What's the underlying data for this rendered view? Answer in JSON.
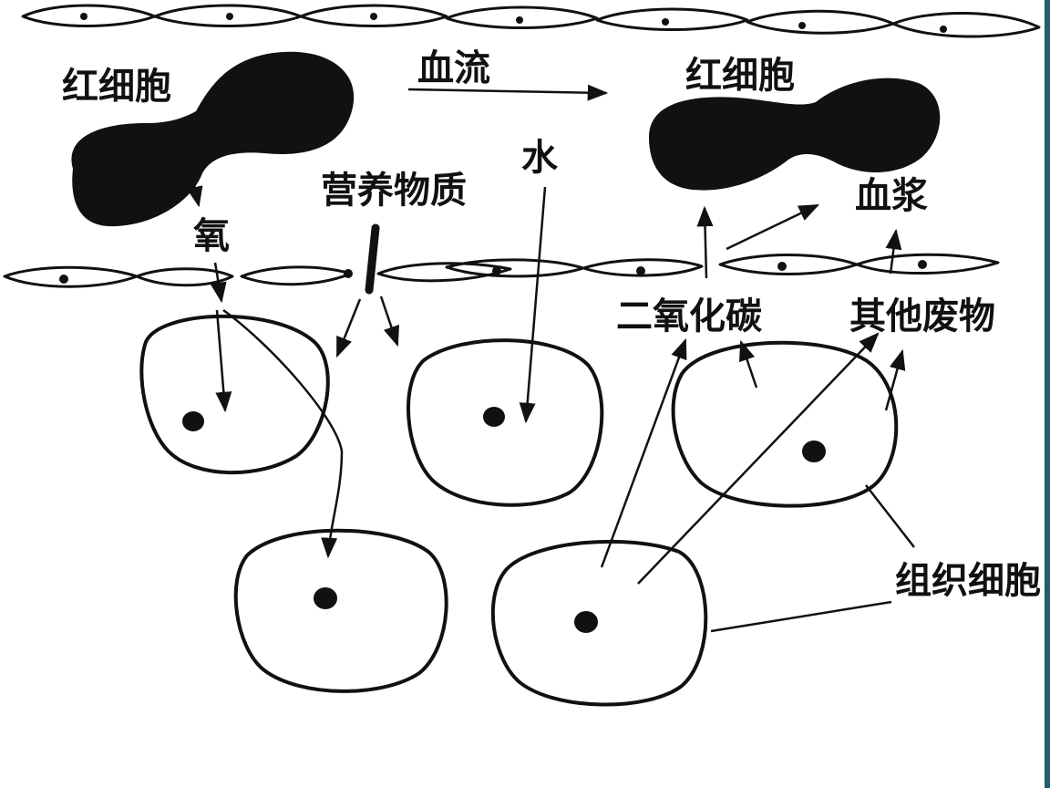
{
  "labels": {
    "rbc_left": "红细胞",
    "blood_flow": "血流",
    "rbc_right": "红细胞",
    "water": "水",
    "nutrients": "营养物质",
    "plasma": "血浆",
    "oxygen": "氧",
    "co2": "二氧化碳",
    "other_waste": "其他废物",
    "tissue_cell": "组织细胞"
  },
  "colors": {
    "ink": "#111111",
    "background": "#ffffff",
    "edge_bar": "#1f5f6a"
  }
}
